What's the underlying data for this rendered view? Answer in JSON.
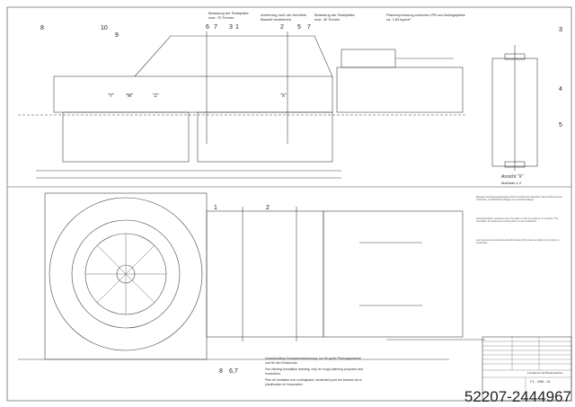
{
  "notes": {
    "load_70": "Belastung der Stahlplatte max. 70 Tonnen",
    "reinforcement": "Armierung muß der Architekt Bauseit bestimmen",
    "load_40": "Belastung der Stahlplatte max. 40 Tonnen",
    "pressure": "Flächenpressung zwischen IPB und Auflageplatte ca. 2,83 kg/cm²",
    "view_title": "Ansicht \"X\"",
    "view_scale": "Maßstab 1:2",
    "de": "Unverbindliche Fundamentzeichnung; nur für grobe Planungszwecke und für den Erdaushub.",
    "en": "Non-binding foundation drawing; only for rough planning purposes and excavation.",
    "fr": "Plan de fondation non contraignant; seulement pour les besoins de la planification et l'excavation.",
    "side_text_1": "Bauseits Schwingungsdämpfung durch Kunden bzw. Bauleiter. Das Fundament der Schmiede- und Maschinenanlage ist zu berücksichtigen.",
    "side_text_2": "Structural safety measures are to be taken on site by customer or operator. The foundation for forging and cutting plant is to be considered.",
    "side_text_3": "Les mesures de sécurité structurelle doivent être prises sur place par le client ou l'exploitant."
  },
  "labels": {
    "top": [
      "8",
      "10",
      "9",
      "6",
      "7",
      "3",
      "1",
      "2",
      "5",
      "7"
    ],
    "right": [
      "3",
      "4",
      "5"
    ],
    "plan": [
      "1",
      "2",
      "6,7",
      "8"
    ],
    "sections": [
      "\"Y\"",
      "\"W\"",
      "\"Z\"",
      "\"X\""
    ]
  },
  "title_block": {
    "title": "Fundament für Breitmaschine",
    "drawing_no": "F1 - 998 - 01"
  },
  "watermark": "52207-2444967"
}
